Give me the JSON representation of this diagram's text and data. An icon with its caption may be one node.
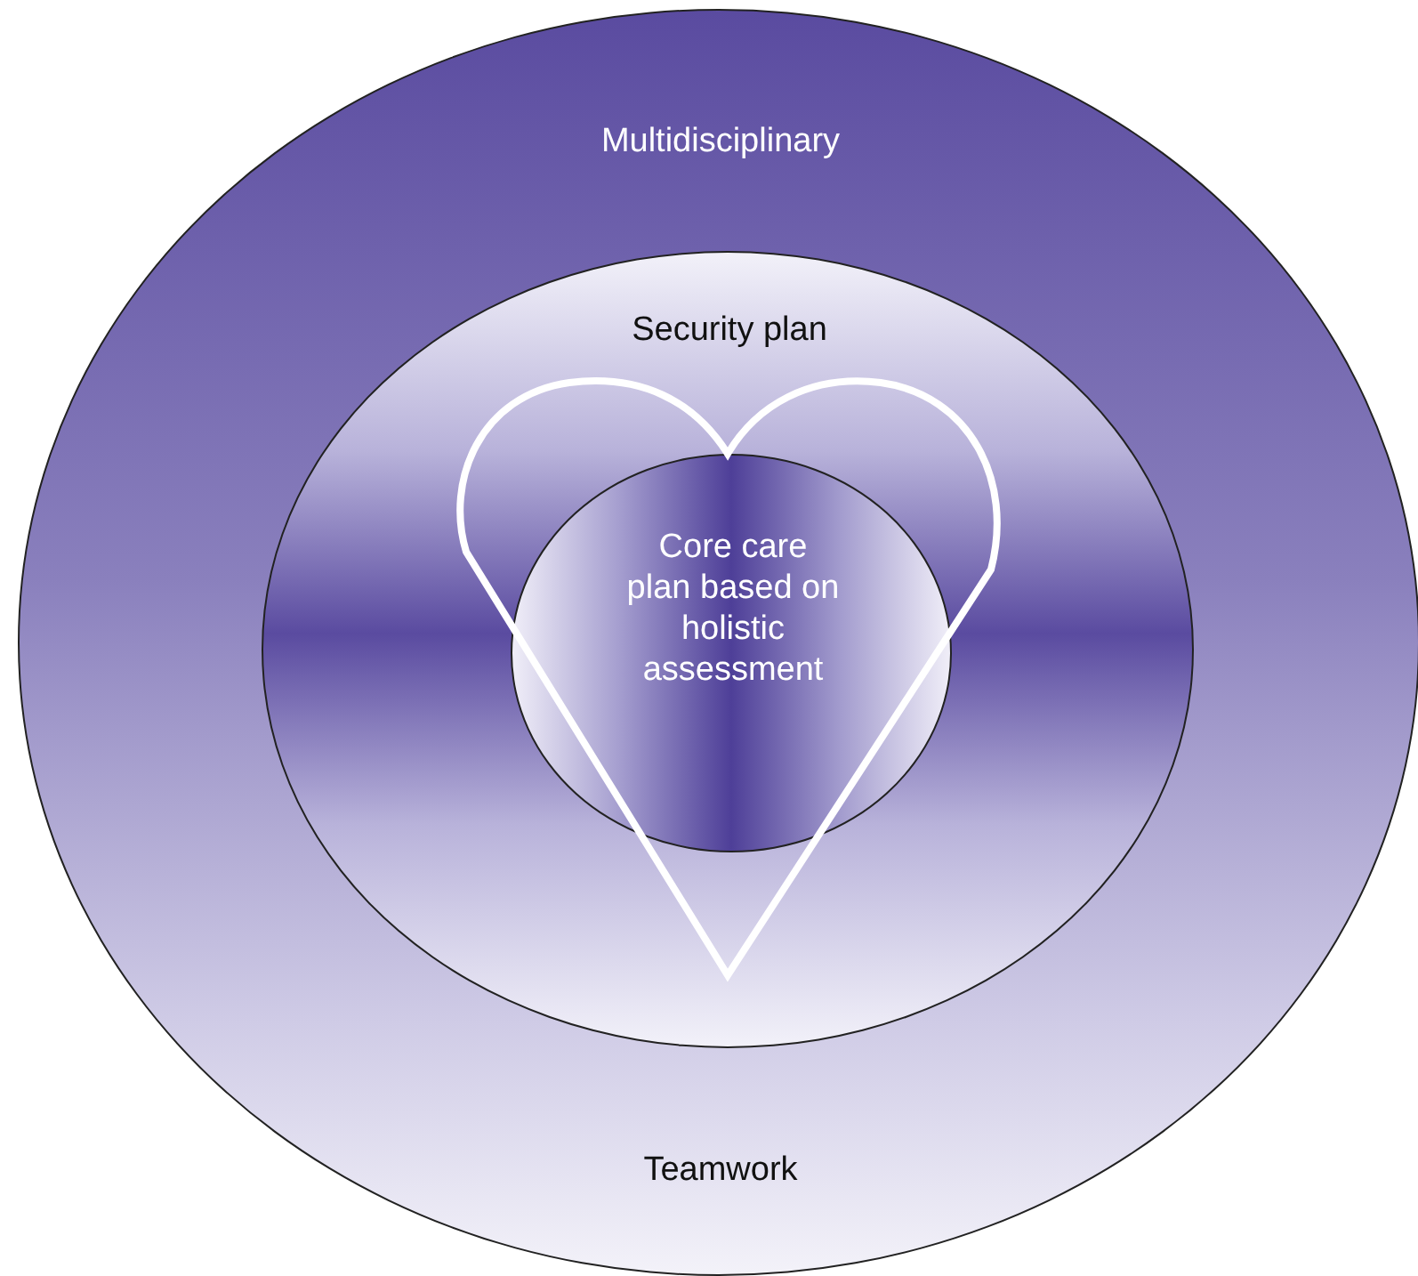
{
  "diagram": {
    "nodes": [
      {
        "text": [
          "Multidisciplinary",
          "Teamwork"
        ]
      },
      {
        "text": [
          "Security plan"
        ],
        "in": 0
      },
      {
        "text": [
          "Core care plan based on holistic assessment"
        ],
        "in": 1
      }
    ]
  }
}
